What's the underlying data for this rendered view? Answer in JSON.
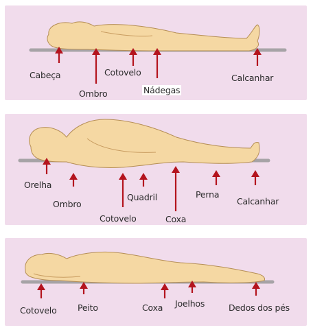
{
  "panels": [
    {
      "position": "supine",
      "labels": [
        "Cabeça",
        "Ombro",
        "Cotovelo",
        "Nádegas",
        "Calcanhar"
      ]
    },
    {
      "position": "lateral",
      "labels": [
        "Orelha",
        "Ombro",
        "Cotovelo",
        "Quadril",
        "Coxa",
        "Perna",
        "Calcanhar"
      ]
    },
    {
      "position": "prone",
      "labels": [
        "Cotovelo",
        "Peito",
        "Coxa",
        "Joelhos",
        "Dedos dos pés"
      ]
    }
  ],
  "colors": {
    "panel_background": "#f1dcec",
    "body_fill": "#f5d8a3",
    "arrow": "#b4141e",
    "table": "#a6a3a6"
  }
}
